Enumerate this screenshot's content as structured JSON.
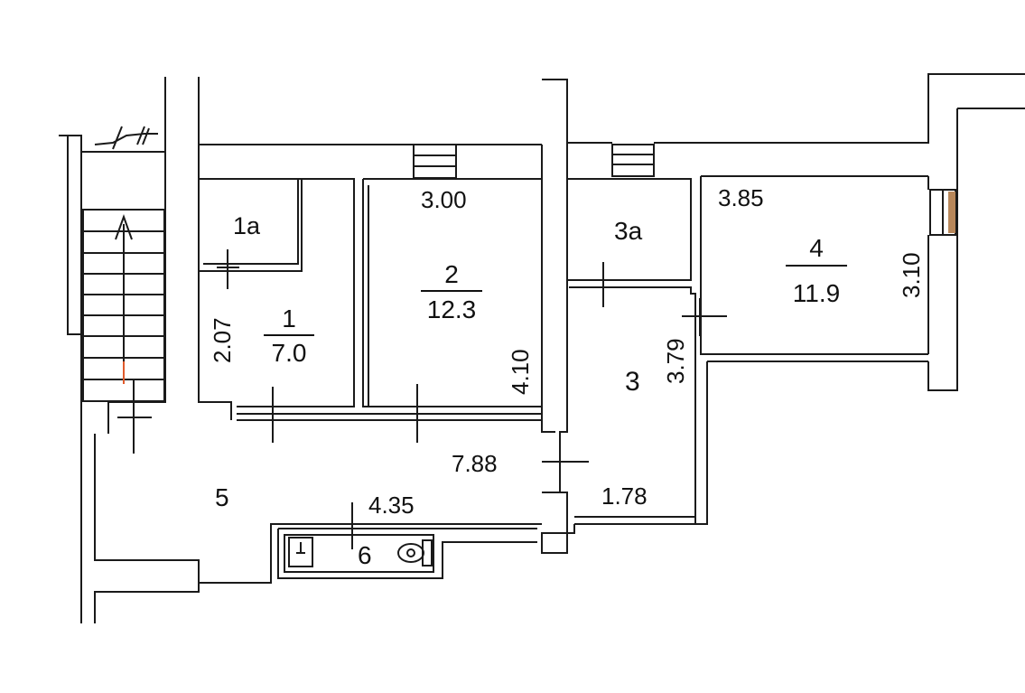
{
  "plan": {
    "rooms": [
      {
        "id": "r1a",
        "number": "1а",
        "area": ""
      },
      {
        "id": "r1",
        "number": "1",
        "area": "7.0"
      },
      {
        "id": "r2",
        "number": "2",
        "area": "12.3"
      },
      {
        "id": "r3a",
        "number": "3а",
        "area": ""
      },
      {
        "id": "r3",
        "number": "3",
        "area": ""
      },
      {
        "id": "r4",
        "number": "4",
        "area": "11.9"
      },
      {
        "id": "r5",
        "number": "5",
        "area": ""
      },
      {
        "id": "r6",
        "number": "6",
        "area": ""
      }
    ],
    "dimensions": {
      "room2_width": "3.00",
      "room2_height": "4.10",
      "room1_height": "2.07",
      "room4_width": "3.85",
      "room4_height": "3.10",
      "room3_height": "3.79",
      "room3_width": "1.78",
      "corridor_length": "7.88",
      "corridor_width": "4.35"
    }
  }
}
